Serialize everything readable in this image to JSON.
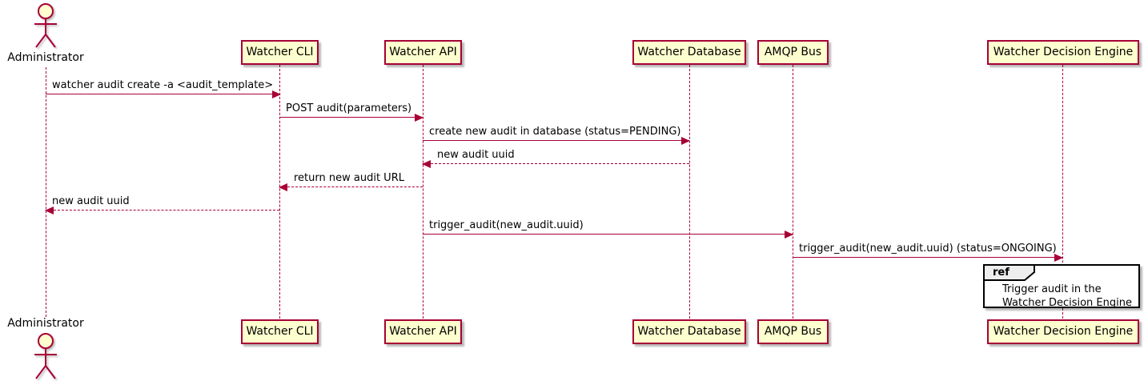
{
  "diagram": {
    "type": "uml-sequence",
    "actor": {
      "name": "Administrator"
    },
    "participants": [
      {
        "name": "Watcher CLI"
      },
      {
        "name": "Watcher API"
      },
      {
        "name": "Watcher Database"
      },
      {
        "name": "AMQP Bus"
      },
      {
        "name": "Watcher Decision Engine"
      }
    ],
    "messages": [
      {
        "from": "Administrator",
        "to": "Watcher CLI",
        "style": "solid",
        "label": "watcher audit create -a <audit_template>"
      },
      {
        "from": "Watcher CLI",
        "to": "Watcher API",
        "style": "solid",
        "label": "POST audit(parameters)"
      },
      {
        "from": "Watcher API",
        "to": "Watcher Database",
        "style": "solid",
        "label": "create new audit in database (status=PENDING)"
      },
      {
        "from": "Watcher Database",
        "to": "Watcher API",
        "style": "dashed",
        "label": "new audit uuid"
      },
      {
        "from": "Watcher API",
        "to": "Watcher CLI",
        "style": "dashed",
        "label": "return new audit URL"
      },
      {
        "from": "Watcher CLI",
        "to": "Administrator",
        "style": "dashed",
        "label": "new audit uuid"
      },
      {
        "from": "Watcher API",
        "to": "AMQP Bus",
        "style": "solid",
        "label": "trigger_audit(new_audit.uuid)"
      },
      {
        "from": "AMQP Bus",
        "to": "Watcher Decision Engine",
        "style": "solid",
        "label": "trigger_audit(new_audit.uuid) (status=ONGOING)"
      }
    ],
    "ref": {
      "keyword": "ref",
      "lines": [
        "Trigger audit in the",
        "Watcher Decision Engine"
      ]
    },
    "colors": {
      "participant_fill": "#FEFECE",
      "participant_border": "#A80036",
      "lifeline": "#A80036",
      "arrow": "#A80036",
      "ref_tab_fill": "#EEEEEE",
      "ref_border": "#000000"
    }
  }
}
